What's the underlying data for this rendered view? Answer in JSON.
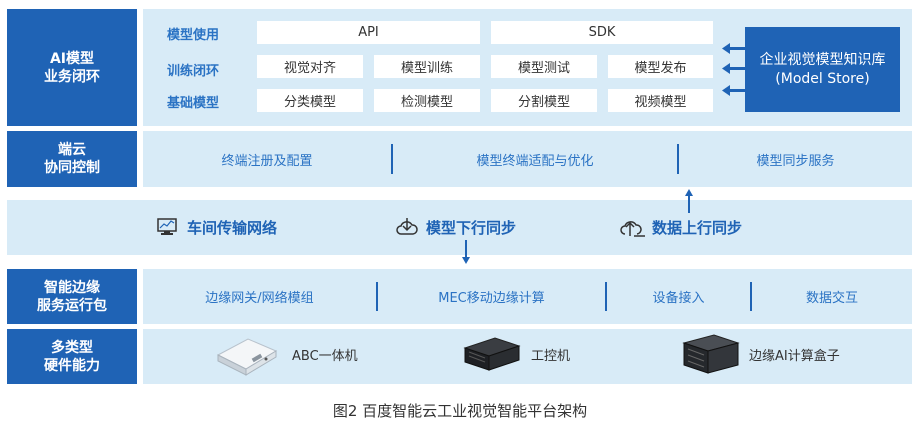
{
  "sections": {
    "ai_model": "AI模型\n业务闭环",
    "edge_cloud": "端云\n协同控制",
    "edge_service": "智能边缘\n服务运行包",
    "hardware": "多类型\n硬件能力"
  },
  "ai_model": {
    "row_labels": [
      "模型使用",
      "训练闭环",
      "基础模型"
    ],
    "usage": [
      "API",
      "SDK"
    ],
    "training": [
      "视觉对齐",
      "模型训练",
      "模型测试",
      "模型发布"
    ],
    "base": [
      "分类模型",
      "检测模型",
      "分割模型",
      "视频模型"
    ],
    "store": "企业视觉模型知识库\n(Model Store)"
  },
  "edge_cloud": [
    "终端注册及配置",
    "模型终端适配与优化",
    "模型同步服务"
  ],
  "network": [
    "车间传输网络",
    "模型下行同步",
    "数据上行同步"
  ],
  "edge_service": [
    "边缘网关/网络模组",
    "MEC移动边缘计算",
    "设备接入",
    "数据交互"
  ],
  "hardware": [
    "ABC一体机",
    "工控机",
    "边缘AI计算盒子"
  ],
  "caption": "图2 百度智能云工业视觉智能平台架构",
  "colors": {
    "primary": "#1f63b5",
    "panel": "#d8ebf7",
    "text_blue": "#2b73c4"
  }
}
